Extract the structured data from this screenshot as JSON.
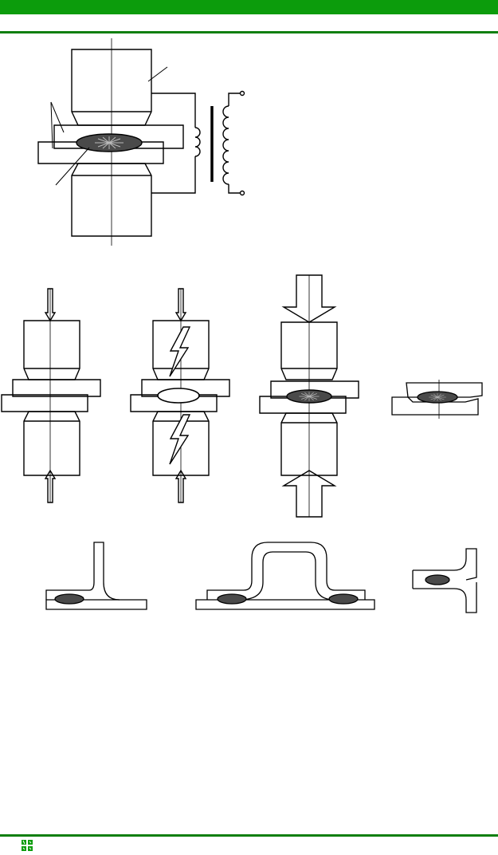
{
  "colors": {
    "header_bar": "#0c9c0c",
    "rule": "#0f7f0f",
    "line": "#000000",
    "nugget_fill": "#4a4a4a"
  },
  "figures": [
    {
      "name": "resistance-spot-welding-circuit-diagram"
    },
    {
      "name": "spot-welding-stage-1-clamp"
    },
    {
      "name": "spot-welding-stage-2-current"
    },
    {
      "name": "spot-welding-stage-3-forge"
    },
    {
      "name": "finished-spot-weld-section"
    },
    {
      "name": "joint-l-section-weld"
    },
    {
      "name": "joint-hat-section-weld"
    },
    {
      "name": "joint-t-section-weld"
    }
  ],
  "footer": {
    "logo_icon": "publisher-logo-icon"
  }
}
